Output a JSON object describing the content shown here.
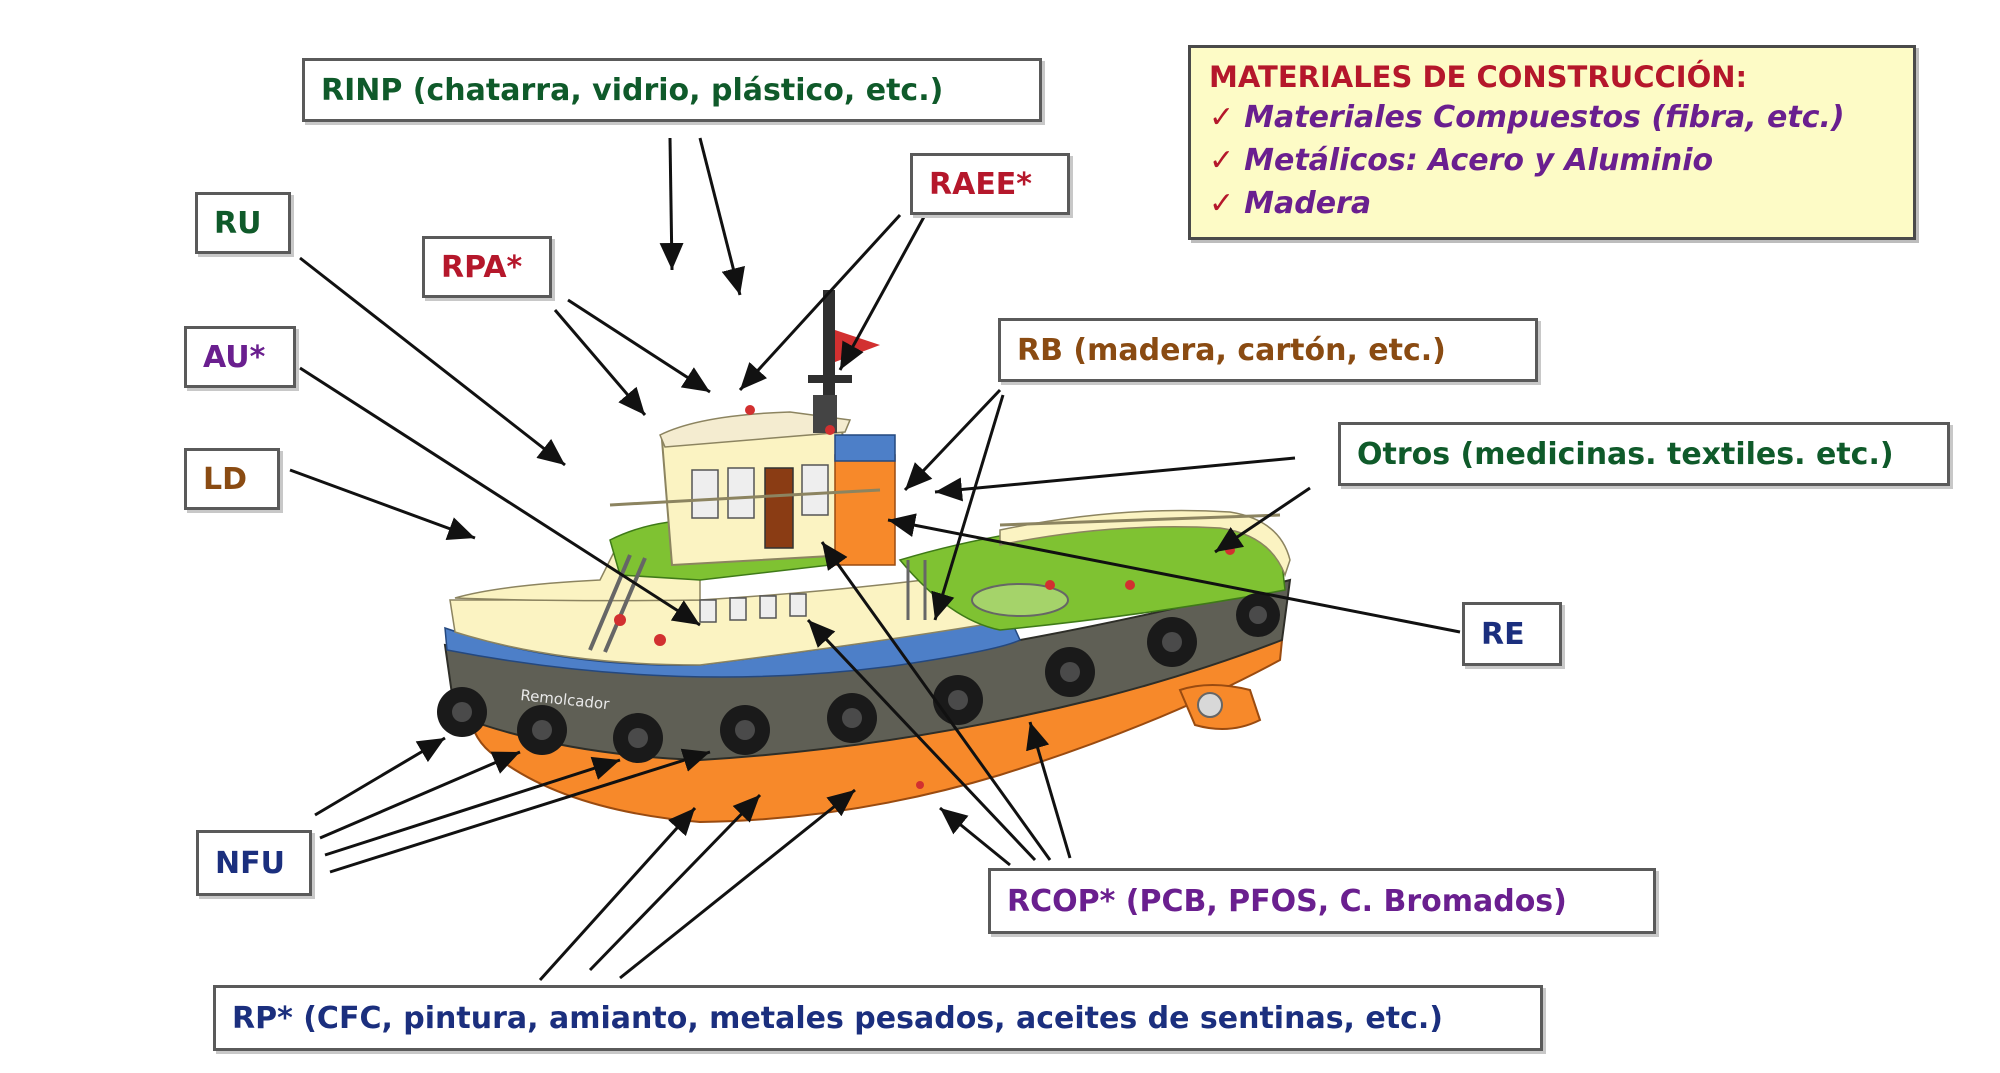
{
  "colors": {
    "hull_orange": "#f7892a",
    "hull_gray": "#5f5f55",
    "blue_stripe": "#4d7fc8",
    "deck_green": "#7fc232",
    "cabin_cream": "#fbf3c2",
    "label_green": "#0f5a2a",
    "label_red": "#b5172b",
    "label_purple": "#6a1f8f",
    "label_brown": "#8a4b12",
    "label_navy": "#1b2f7e",
    "materials_bg": "#fdfbc6"
  },
  "labels": {
    "rinp": "RINP (chatarra, vidrio, plástico, etc.)",
    "raee": "RAEE*",
    "ru": "RU",
    "rpa": "RPA*",
    "au": "AU*",
    "ld": "LD",
    "rb": "RB (madera, cartón, etc.)",
    "otros": "Otros (medicinas. textiles. etc.)",
    "re": "RE",
    "nfu": "NFU",
    "rcop": "RCOP* (PCB, PFOS, C. Bromados)",
    "rp": "RP* (CFC, pintura, amianto, metales pesados, aceites de sentinas, etc.)"
  },
  "materials": {
    "title": "MATERIALES DE CONSTRUCCIÓN:",
    "check": "✓",
    "items": [
      "Materiales Compuestos (fibra, etc.)",
      "Metálicos: Acero y Aluminio",
      "Madera"
    ]
  },
  "boat": {
    "hull_text": "Remolcador"
  }
}
